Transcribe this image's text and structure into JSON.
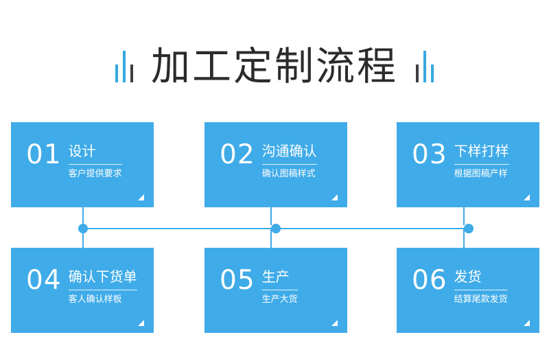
{
  "title": {
    "text": "加工定制流程"
  },
  "decor": {
    "left_ticks": [
      "short",
      "tall",
      "short"
    ],
    "right_ticks": [
      "short",
      "tall",
      "short"
    ],
    "accent_color": "#3fabe8",
    "title_color": "#2b2b2b"
  },
  "steps": [
    {
      "number": "01",
      "heading": "设计",
      "subtitle": "客户提供要求"
    },
    {
      "number": "02",
      "heading": "沟通确认",
      "subtitle": "确认图稿样式"
    },
    {
      "number": "03",
      "heading": "下样打样",
      "subtitle": "根据图稿产样"
    },
    {
      "number": "04",
      "heading": "确认下货单",
      "subtitle": "客人确认样板"
    },
    {
      "number": "05",
      "heading": "生产",
      "subtitle": "生产大货"
    },
    {
      "number": "06",
      "heading": "发货",
      "subtitle": "结算尾款发货"
    }
  ]
}
